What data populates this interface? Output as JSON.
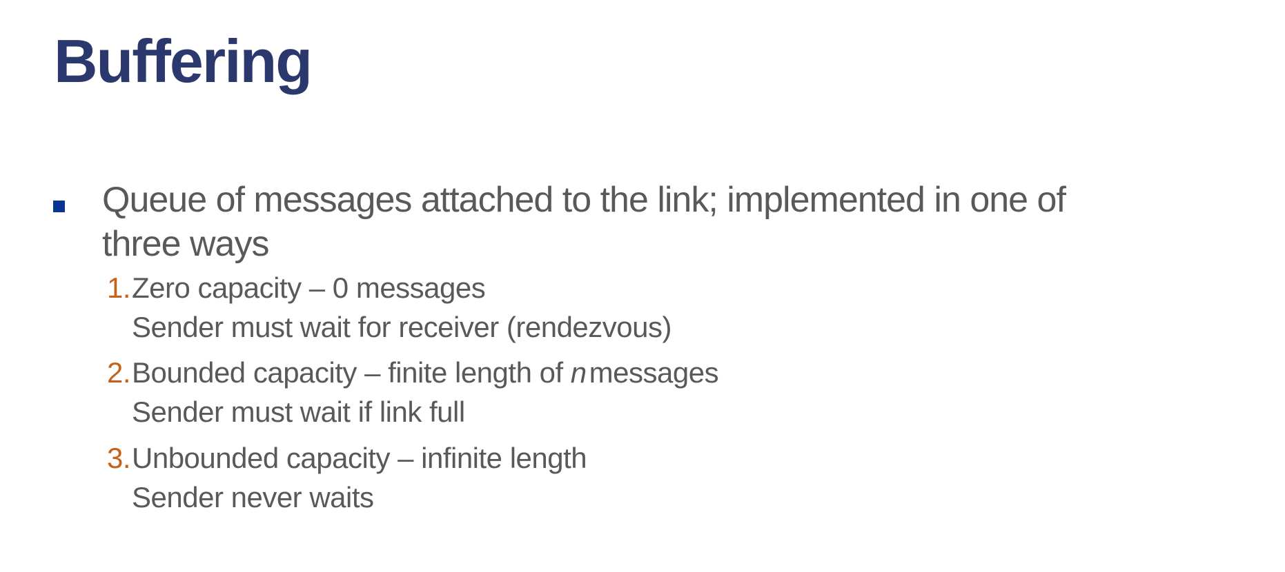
{
  "slide": {
    "title": "Buffering",
    "bullet": {
      "line1": "Queue of messages attached to the link; implemented in one of",
      "line2": "three ways"
    },
    "items": [
      {
        "number": "1.",
        "line1_before": "Zero capacity – 0 messages",
        "line1_italic": "",
        "line1_after": "",
        "line2": "Sender must wait for receiver (rendezvous)"
      },
      {
        "number": "2.",
        "line1_before": "Bounded capacity – finite length of ",
        "line1_italic": "n",
        "line1_after": "messages",
        "line2": "Sender must wait if link full"
      },
      {
        "number": "3.",
        "line1_before": "Unbounded capacity – infinite length",
        "line1_italic": "",
        "line1_after": "",
        "line2": "Sender never waits"
      }
    ],
    "colors": {
      "title": "#2B386E",
      "bullet_square": "#0A3394",
      "item_number": "#C6611B",
      "body_text": "#595959",
      "background": "#FFFFFF"
    }
  }
}
